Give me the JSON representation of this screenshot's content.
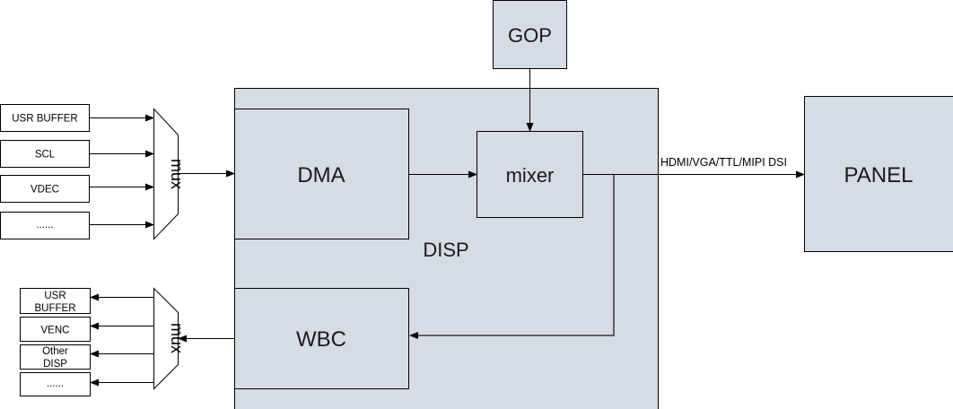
{
  "diagram": {
    "title": "Display subsystem block diagram",
    "blocks": {
      "gop": "GOP",
      "disp": "DISP",
      "dma": "DMA",
      "mixer": "mixer",
      "wbc": "WBC",
      "panel": "PANEL"
    },
    "input_mux": {
      "label": "mux",
      "sources": [
        "USR BUFFER",
        "SCL",
        "VDEC",
        "......"
      ]
    },
    "output_mux": {
      "label": "mux",
      "sinks": [
        [
          "USR",
          "BUFFER"
        ],
        [
          "VENC"
        ],
        [
          "Other",
          "DISP"
        ],
        [
          "......"
        ]
      ]
    },
    "links": {
      "mixer_to_panel": "HDMI/VGA/TTL/MIPI DSI"
    },
    "colors": {
      "block_fill": "#d6dce5",
      "line": "#000000",
      "feedback_line": "#5f5f5f"
    }
  }
}
